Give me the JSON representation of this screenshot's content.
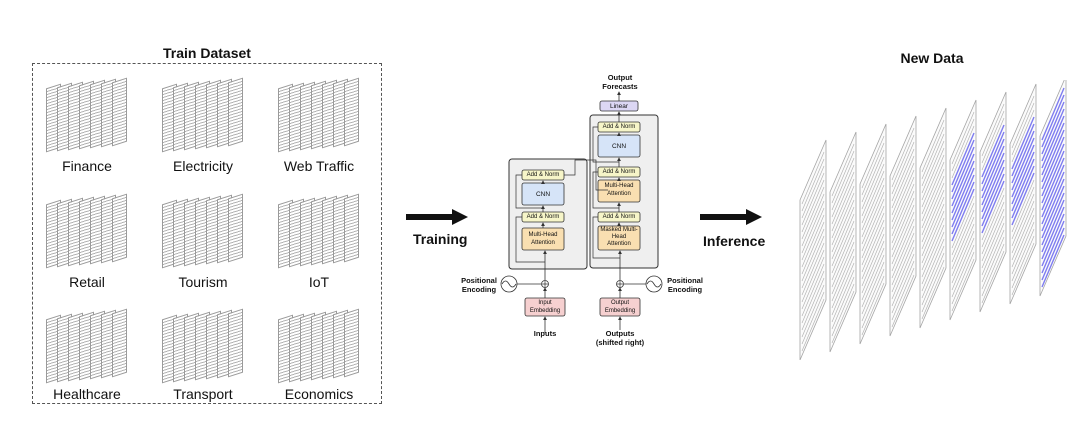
{
  "train": {
    "title": "Train Dataset",
    "datasets": [
      "Finance",
      "Electricity",
      "Web Traffic",
      "Retail",
      "Tourism",
      "IoT",
      "Healthcare",
      "Transport",
      "Economics"
    ]
  },
  "steps": {
    "training": "Training",
    "inference": "Inference"
  },
  "model": {
    "output_forecasts": "Output Forecasts",
    "linear": "Linear",
    "add_norm": "Add & Norm",
    "cnn": "CNN",
    "multi_head_attention": "Multi-Head Attention",
    "masked_multi_head_attention": "Masked Multi-Head Attention",
    "positional_encoding": "Positional Encoding",
    "input_embedding": "Input Embedding",
    "output_embedding": "Output Embedding",
    "inputs": "Inputs",
    "outputs": "Outputs",
    "shifted_right": "(shifted right)"
  },
  "new_data": {
    "title": "New Data"
  },
  "colors": {
    "add_norm": "#f6f5c8",
    "cnn": "#d6e4f8",
    "attention": "#f9dfb1",
    "embedding": "#f6d0d0",
    "linear": "#dcd7f4",
    "highlight": "#7e7cf0"
  }
}
